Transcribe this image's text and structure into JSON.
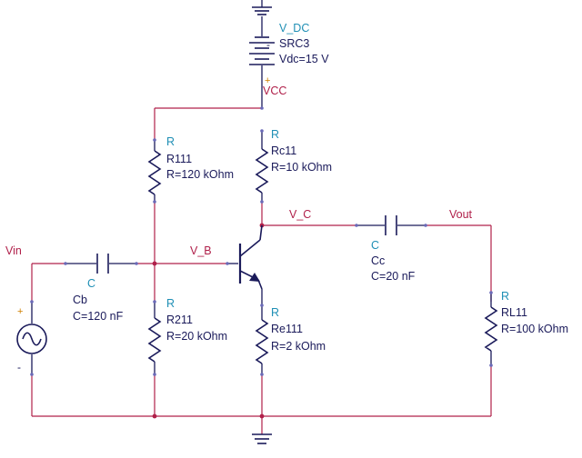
{
  "sources": {
    "dc": {
      "type": "V_DC",
      "name": "SRC3",
      "value": "Vdc=15 V",
      "plus": "+",
      "minus": "-"
    },
    "ac": {
      "plus": "+",
      "minus": "-"
    }
  },
  "components": {
    "r111": {
      "type": "R",
      "name": "R111",
      "value": "R=120 kOhm"
    },
    "rc11": {
      "type": "R",
      "name": "Rc11",
      "value": "R=10 kOhm"
    },
    "r211": {
      "type": "R",
      "name": "R211",
      "value": "R=20 kOhm"
    },
    "re111": {
      "type": "R",
      "name": "Re111",
      "value": "R=2 kOhm"
    },
    "rl11": {
      "type": "R",
      "name": "RL11",
      "value": "R=100 kOhm"
    },
    "cb": {
      "type": "C",
      "name": "Cb",
      "value": "C=120 nF"
    },
    "cc": {
      "type": "C",
      "name": "Cc",
      "value": "C=20 nF"
    }
  },
  "nets": {
    "vcc": "VCC",
    "vc": "V_C",
    "vb": "V_B",
    "vin": "Vin",
    "vout": "Vout"
  },
  "colors": {
    "wire": "#b0204a",
    "component": "#1a1a5a",
    "type_label": "#1f8fb5",
    "net_label": "#b0204a",
    "polarity": "#d08000"
  },
  "icons": {
    "ground": "ground-icon",
    "ac_source": "ac-source-icon",
    "battery": "battery-icon",
    "transistor": "npn-transistor-icon"
  }
}
